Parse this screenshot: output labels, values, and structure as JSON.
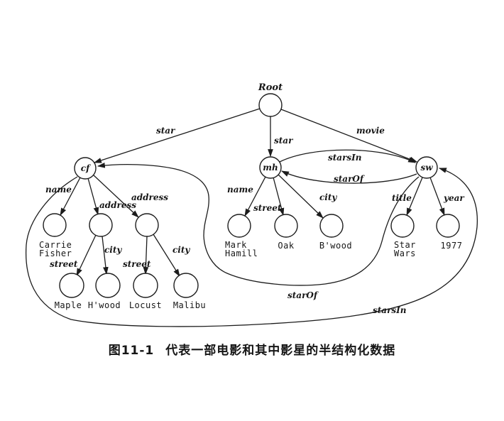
{
  "caption": {
    "label": "图11-1",
    "text": "代表一部电影和其中影星的半结构化数据"
  },
  "graph": {
    "nodes": {
      "root": "Root",
      "cf": "cf",
      "mh": "mh",
      "sw": "sw"
    },
    "edge_labels": {
      "star_cf": "star",
      "star_mh": "star",
      "movie": "movie",
      "starsIn_top": "starsIn",
      "starOf_mid": "starOf",
      "name_cf": "name",
      "address_1": "address",
      "address_2": "address",
      "street_1": "street",
      "city_1": "city",
      "street_2": "street",
      "city_2": "city",
      "name_mh": "name",
      "street_mh": "street",
      "city_mh": "city",
      "title": "title",
      "year": "year",
      "starOf_long": "starOf",
      "starsIn_long": "starsIn"
    },
    "leaf_values": {
      "carrie": [
        "Carrie",
        "Fisher"
      ],
      "mark": [
        "Mark",
        "Hamill"
      ],
      "oak": [
        "Oak"
      ],
      "bwood": [
        "B'wood"
      ],
      "star_wars": [
        "Star",
        "Wars"
      ],
      "y1977": [
        "1977"
      ],
      "maple": [
        "Maple"
      ],
      "hwood": [
        "H'wood"
      ],
      "locust": [
        "Locust"
      ],
      "malibu": [
        "Malibu"
      ]
    }
  }
}
